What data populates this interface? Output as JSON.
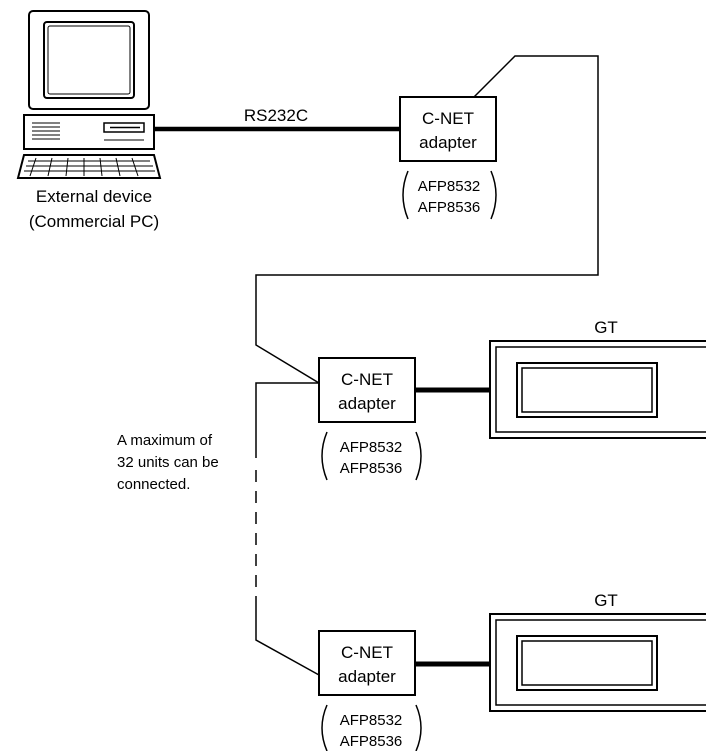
{
  "external_device": {
    "label_line1": "External device",
    "label_line2": "(Commercial PC)"
  },
  "cable_label": "RS232C",
  "adapters": [
    {
      "name_line1": "C-NET",
      "name_line2": "adapter",
      "model_line1": "AFP8532",
      "model_line2": "AFP8536"
    },
    {
      "name_line1": "C-NET",
      "name_line2": "adapter",
      "model_line1": "AFP8532",
      "model_line2": "AFP8536"
    },
    {
      "name_line1": "C-NET",
      "name_line2": "adapter",
      "model_line1": "AFP8532",
      "model_line2": "AFP8536"
    }
  ],
  "gt_units": [
    {
      "label": "GT"
    },
    {
      "label": "GT"
    }
  ],
  "note": {
    "line1": "A maximum of",
    "line2": "32 units can be",
    "line3": "connected."
  }
}
